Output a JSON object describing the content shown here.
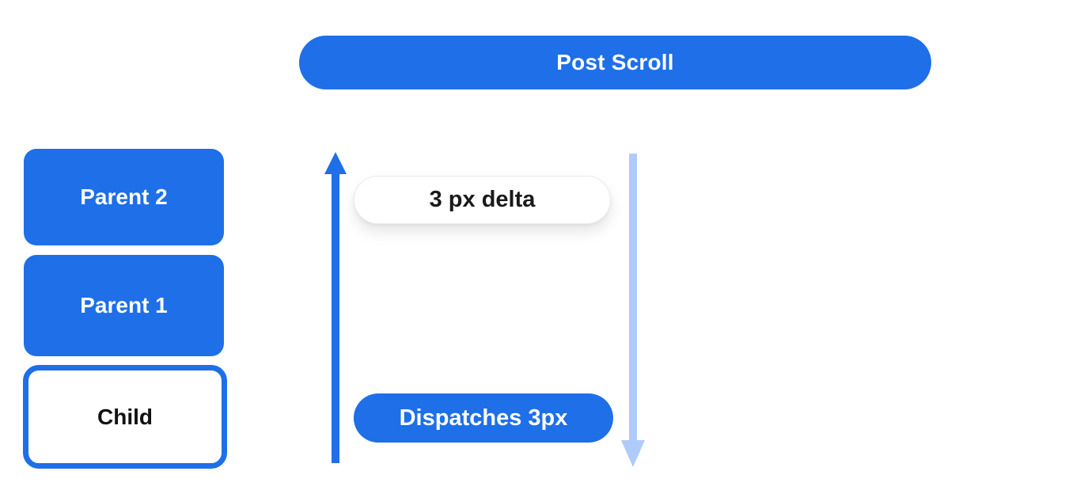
{
  "header": {
    "label": "Post Scroll"
  },
  "stack": {
    "items": [
      {
        "label": "Parent 2",
        "variant": "filled"
      },
      {
        "label": "Parent 1",
        "variant": "filled"
      },
      {
        "label": "Child",
        "variant": "outlined"
      }
    ]
  },
  "flow": {
    "delta_label": "3 px delta",
    "dispatch_label": "Dispatches 3px",
    "up_arrow_icon": "arrow-up-icon",
    "down_arrow_icon": "arrow-down-icon"
  },
  "colors": {
    "primary_blue": "#1E6FE8",
    "light_blue": "#AECBFA",
    "text_dark": "#1A1A1A",
    "background": "#FFFFFF"
  }
}
